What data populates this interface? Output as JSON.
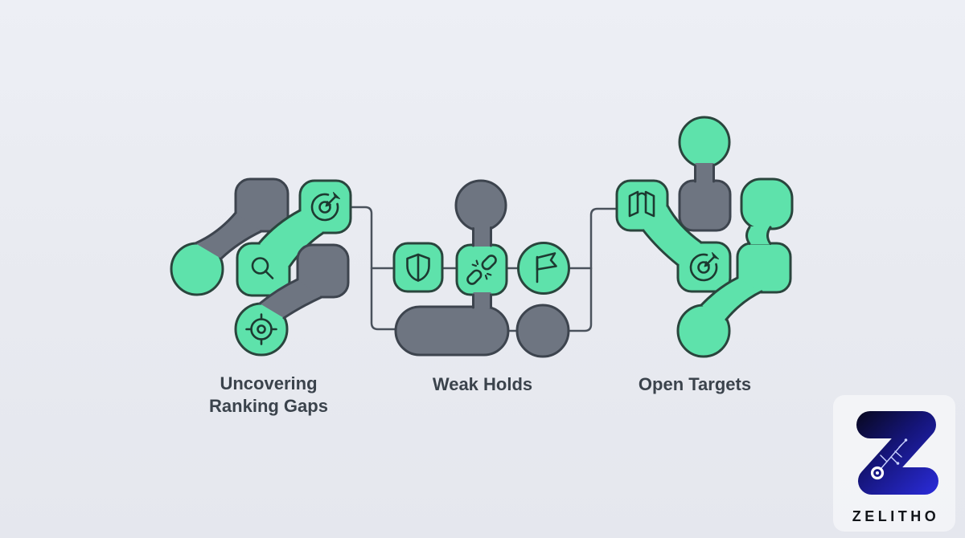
{
  "diagram": {
    "groups": [
      {
        "id": "uncovering-ranking-gaps",
        "label_lines": [
          "Uncovering",
          "Ranking Gaps"
        ],
        "icons": [
          "dart-target",
          "magnifying-glass",
          "crosshair-target"
        ]
      },
      {
        "id": "weak-holds",
        "label_lines": [
          "Weak Holds"
        ],
        "icons": [
          "shield",
          "broken-link",
          "flag"
        ]
      },
      {
        "id": "open-targets",
        "label_lines": [
          "Open Targets"
        ],
        "icons": [
          "map",
          "dart-target"
        ]
      }
    ]
  },
  "logo": {
    "brand": "ZELITHO",
    "monogram": "Z"
  },
  "palette": {
    "background": "#e8eaf0",
    "node_green": "#5ee2ab",
    "node_green_outline": "#2a453d",
    "node_gray": "#6e7581",
    "node_gray_outline": "#3d444e",
    "connector_line": "#4a525c",
    "icon_stroke": "#1d3a31",
    "label_text": "#3b434c",
    "logo_blue_dark": "#08081f",
    "logo_blue_mid": "#15157a",
    "logo_blue_bright": "#2a2bd8",
    "logo_text": "#12151a"
  }
}
